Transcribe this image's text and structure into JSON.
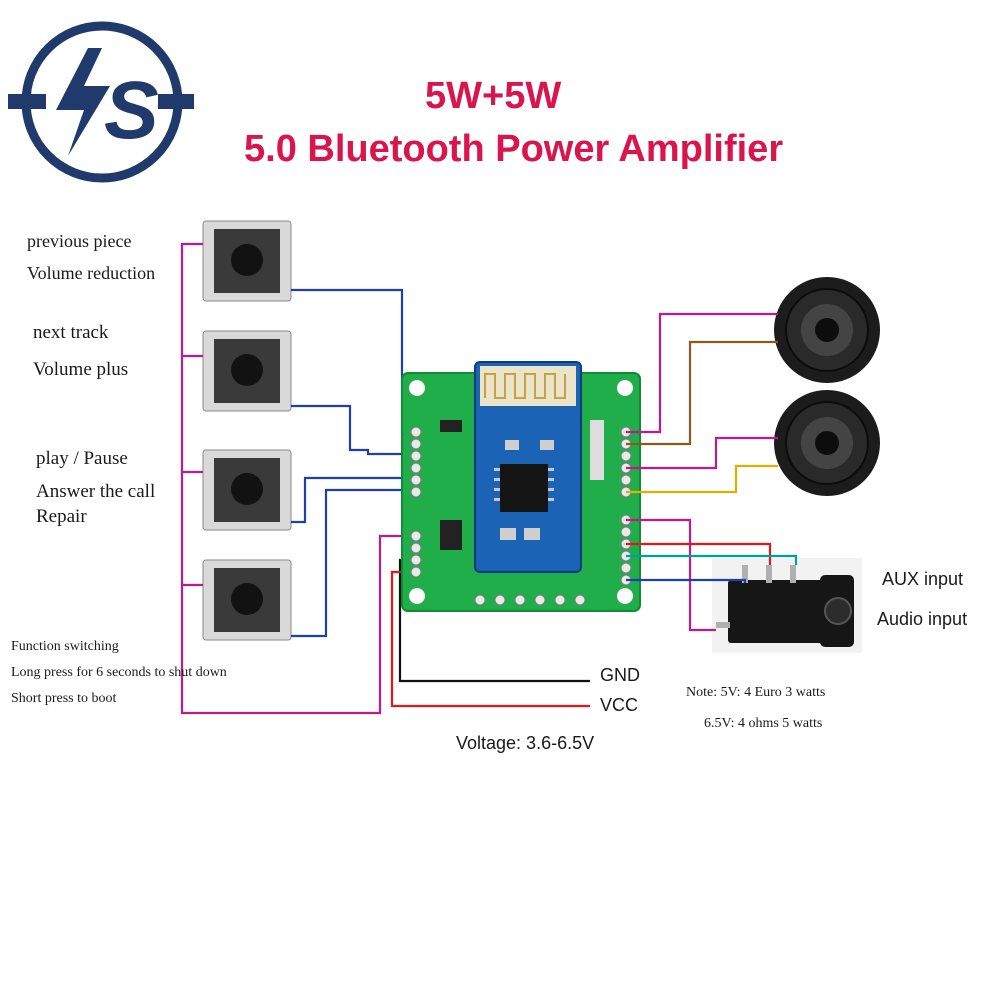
{
  "brand": {
    "logo_text": "S"
  },
  "title": {
    "line1": "5W+5W",
    "line2": "5.0 Bluetooth Power Amplifier"
  },
  "buttons": [
    {
      "line1": "previous piece",
      "line2": "Volume reduction"
    },
    {
      "line1": "next track",
      "line2": "Volume plus"
    },
    {
      "line1": "play / Pause",
      "line2": "Answer the call",
      "line3": "Repair"
    },
    {
      "line1": "Function switching",
      "line2": "Long press for 6 seconds to shut down",
      "line3": "Short press to boot"
    }
  ],
  "power": {
    "gnd": "GND",
    "vcc": "VCC",
    "voltage": "Voltage: 3.6-6.5V"
  },
  "aux": {
    "line1": "AUX input",
    "line2": "Audio input"
  },
  "note": {
    "line1": "Note: 5V: 4 Euro 3 watts",
    "line2": "6.5V: 4 ohms 5 watts"
  },
  "colors": {
    "title": "#d8164d",
    "logo": "#1f3a6b",
    "pcb": "#1fae4a",
    "module": "#1a63b5",
    "wire_blue": "#1f3fae",
    "wire_magenta": "#c0198a",
    "wire_black": "#111111",
    "wire_red": "#e01818",
    "wire_brown": "#8a5a1a",
    "wire_yellow": "#e0b000",
    "wire_cyan": "#00a0a0"
  }
}
